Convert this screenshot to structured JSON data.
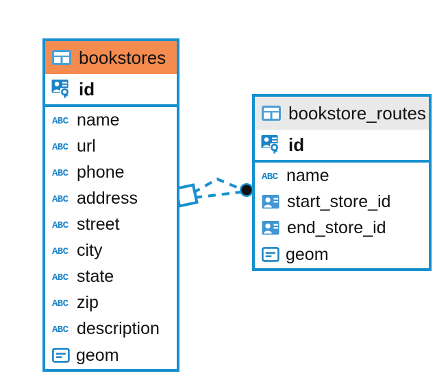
{
  "diagram": {
    "title": "bookstores / bookstore_routes entity relationship diagram",
    "accent_color": "#1590d0",
    "header_orange": "#f68b4f",
    "header_gray": "#e9e9e9",
    "connector_color": "#1590d0",
    "endpoint_fill": "#111111"
  },
  "entities": [
    {
      "name": "bookstores",
      "header_icon": "table-icon",
      "header_style": "orange",
      "primary_key": {
        "label": "id",
        "icon": "primary-key-icon"
      },
      "fields": [
        {
          "label": "name",
          "icon": "abc-text-icon"
        },
        {
          "label": "url",
          "icon": "abc-text-icon"
        },
        {
          "label": "phone",
          "icon": "abc-text-icon"
        },
        {
          "label": "address",
          "icon": "abc-text-icon"
        },
        {
          "label": "street",
          "icon": "abc-text-icon"
        },
        {
          "label": "city",
          "icon": "abc-text-icon"
        },
        {
          "label": "state",
          "icon": "abc-text-icon"
        },
        {
          "label": "zip",
          "icon": "abc-text-icon"
        },
        {
          "label": "description",
          "icon": "abc-text-icon"
        },
        {
          "label": "geom",
          "icon": "geometry-blob-icon"
        }
      ]
    },
    {
      "name": "bookstore_routes",
      "header_icon": "table-icon",
      "header_style": "gray",
      "primary_key": {
        "label": "id",
        "icon": "primary-key-icon"
      },
      "fields": [
        {
          "label": "name",
          "icon": "abc-text-icon"
        },
        {
          "label": "start_store_id",
          "icon": "foreign-key-icon"
        },
        {
          "label": "end_store_id",
          "icon": "foreign-key-icon"
        },
        {
          "label": "geom",
          "icon": "geometry-blob-icon"
        }
      ]
    }
  ],
  "relationship": {
    "from_entity": "bookstores",
    "to_entity": "bookstore_routes",
    "source_marker": "diamond-marker",
    "target_marker": "filled-circle-marker",
    "line_style": "dashed"
  },
  "icon_text": {
    "abc": "ABC"
  }
}
